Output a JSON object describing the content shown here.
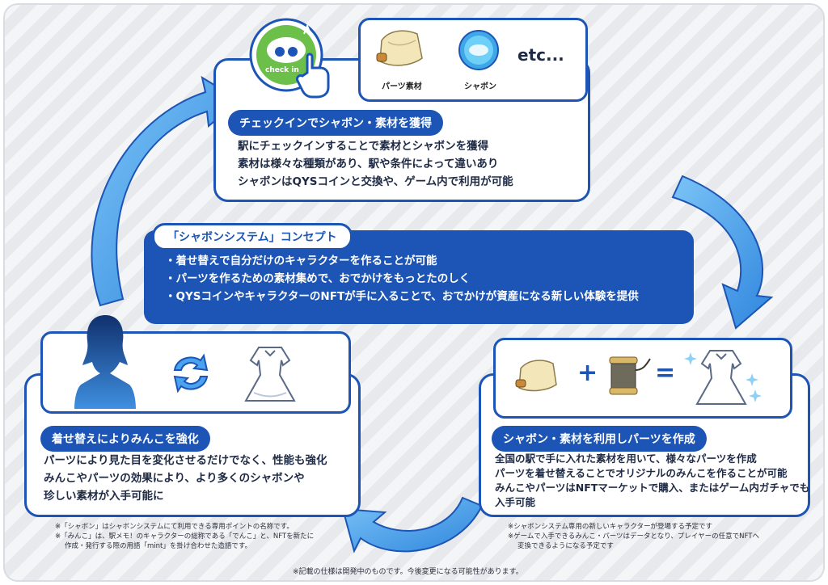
{
  "checkin": {
    "badge_label": "check in",
    "items": [
      {
        "label": "パーツ素材"
      },
      {
        "label": "シャボン"
      }
    ],
    "etc_label": "etc...",
    "title": "チェックインでシャボン・素材を獲得",
    "lines": [
      "駅にチェックインすることで素材とシャボンを獲得",
      "素材は様々な種類があり、駅や条件によって違いあり",
      "シャボンはQYSコインと交換や、ゲーム内で利用が可能"
    ]
  },
  "concept": {
    "title": "「シャボンシステム」コンセプト",
    "lines": [
      "・着せ替えで自分だけのキャラクターを作ることが可能",
      "・パーツを作るための素材集めで、おでかけをもっとたのしく",
      "・QYSコインやキャラクターのNFTが手に入ることで、おでかけが資産になる新しい体験を提供"
    ]
  },
  "enhance": {
    "title": "着せ替えによりみんこを強化",
    "lines": [
      "パーツにより見た目を変化させるだけでなく、性能も強化",
      "みんこやパーツの効果により、より多くのシャボンや",
      "珍しい素材が入手可能に"
    ],
    "notes": [
      "※「シャボン」はシャボンシステムにて利用できる専用ポイントの名称です。",
      "※「みんこ」は、駅メモ！のキャラクターの総称である「でんこ」と、NFTを新たに",
      "作成・発行する際の用語「mint」を掛け合わせた造語です。"
    ]
  },
  "create": {
    "title": "シャボン・素材を利用しパーツを作成",
    "lines": [
      "全国の駅で手に入れた素材を用いて、様々なパーツを作成",
      "パーツを着せ替えることでオリジナルのみんこを作ることが可能",
      "みんこやパーツはNFTマーケットで購入、またはゲーム内ガチャでも",
      "入手可能"
    ],
    "notes": [
      "※シャボンシステム専用の新しいキャラクターが登場する予定です",
      "※ゲームで入手できるみんこ・パーツはデータとなり、プレイヤーの任意でNFTへ",
      "変換できるようになる予定です"
    ]
  },
  "footer": "※記載の仕様は開発中のものです。今後変更になる可能性があります。",
  "colors": {
    "primary": "#1c55b5",
    "arrow": "#4aa3ef",
    "badge": "#6cc04a"
  }
}
